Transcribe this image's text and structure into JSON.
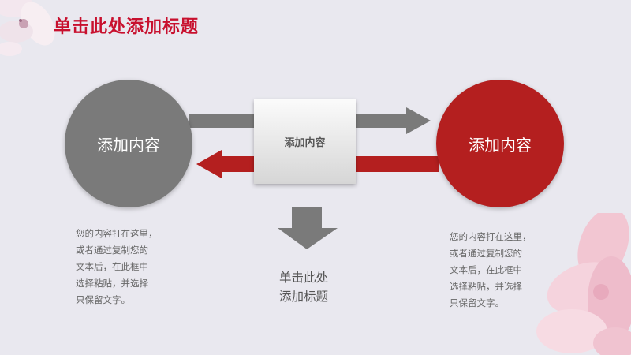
{
  "title": "单击此处添加标题",
  "left_circle": {
    "label": "添加内容"
  },
  "center_box": {
    "label": "添加内容"
  },
  "right_circle": {
    "label": "添加内容"
  },
  "center_label": {
    "lines": [
      "单击此处",
      "添加标题"
    ]
  },
  "left_paragraph": {
    "lines": [
      "您的内容打在这里，",
      "或者通过复制您的",
      "文本后，在此框中",
      "选择粘贴，并选择",
      "只保留文字。"
    ]
  },
  "right_paragraph": {
    "lines": [
      "您的内容打在这里，",
      "或者通过复制您的",
      "文本后，在此框中",
      "选择粘贴，并选择",
      "只保留文字。"
    ]
  },
  "colors": {
    "accent_red": "#b41f1f",
    "title_red": "#c8102e",
    "gray": "#7a7a7a",
    "background": "#e9e8ef"
  }
}
